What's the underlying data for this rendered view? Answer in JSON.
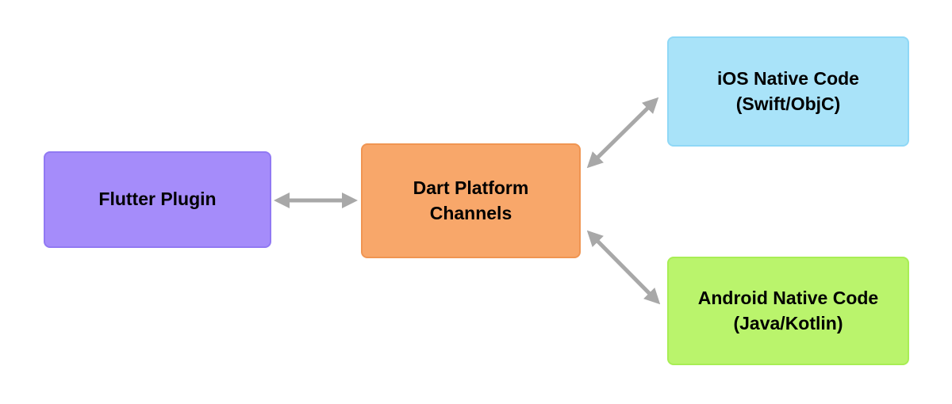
{
  "diagram": {
    "background_color": "#ffffff",
    "arrow_color": "#a8a8a8",
    "text_color": "#000000",
    "nodes": {
      "flutter_plugin": {
        "label": "Flutter Plugin",
        "fill": "#a58cfa",
        "border": "#9179f3"
      },
      "dart_platform_channels": {
        "label": "Dart Platform\nChannels",
        "fill": "#f8a76a",
        "border": "#f09552"
      },
      "ios_native_code": {
        "label": "iOS Native Code\n(Swift/ObjC)",
        "fill": "#a9e3f9",
        "border": "#8fd8f6"
      },
      "android_native_code": {
        "label": "Android Native Code\n(Java/Kotlin)",
        "fill": "#baf46c",
        "border": "#a8ee54"
      }
    },
    "connections": [
      {
        "from": "flutter_plugin",
        "to": "dart_platform_channels",
        "bidirectional": true
      },
      {
        "from": "dart_platform_channels",
        "to": "ios_native_code",
        "bidirectional": true
      },
      {
        "from": "dart_platform_channels",
        "to": "android_native_code",
        "bidirectional": true
      }
    ]
  }
}
